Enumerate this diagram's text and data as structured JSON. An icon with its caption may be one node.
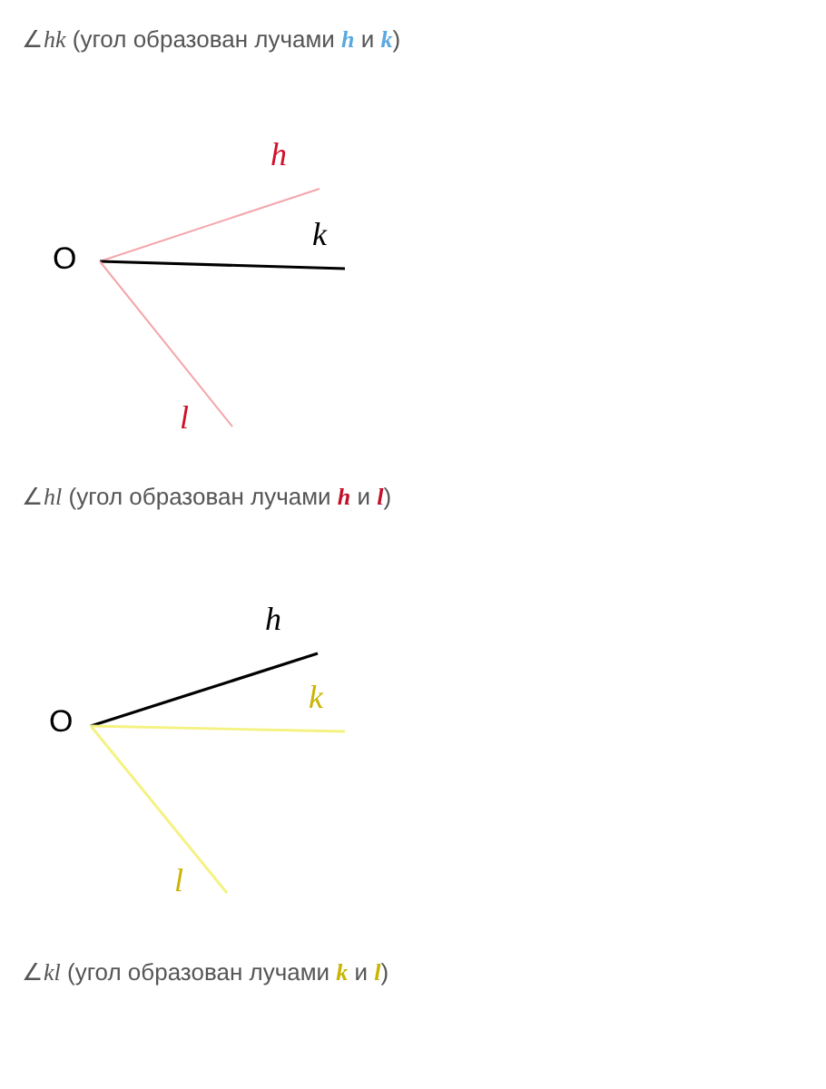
{
  "diagram": {
    "labels": [
      "∠*hk* (угол образован лучами **h** и **k**)",
      "h",
      "O",
      "k",
      "l",
      "∠*hl* (угол образован лучами **h** и **l**)",
      "h",
      "O",
      "k",
      "l",
      "∠*kl* (угол образован лучами **k** и **l**)"
    ]
  }
}
